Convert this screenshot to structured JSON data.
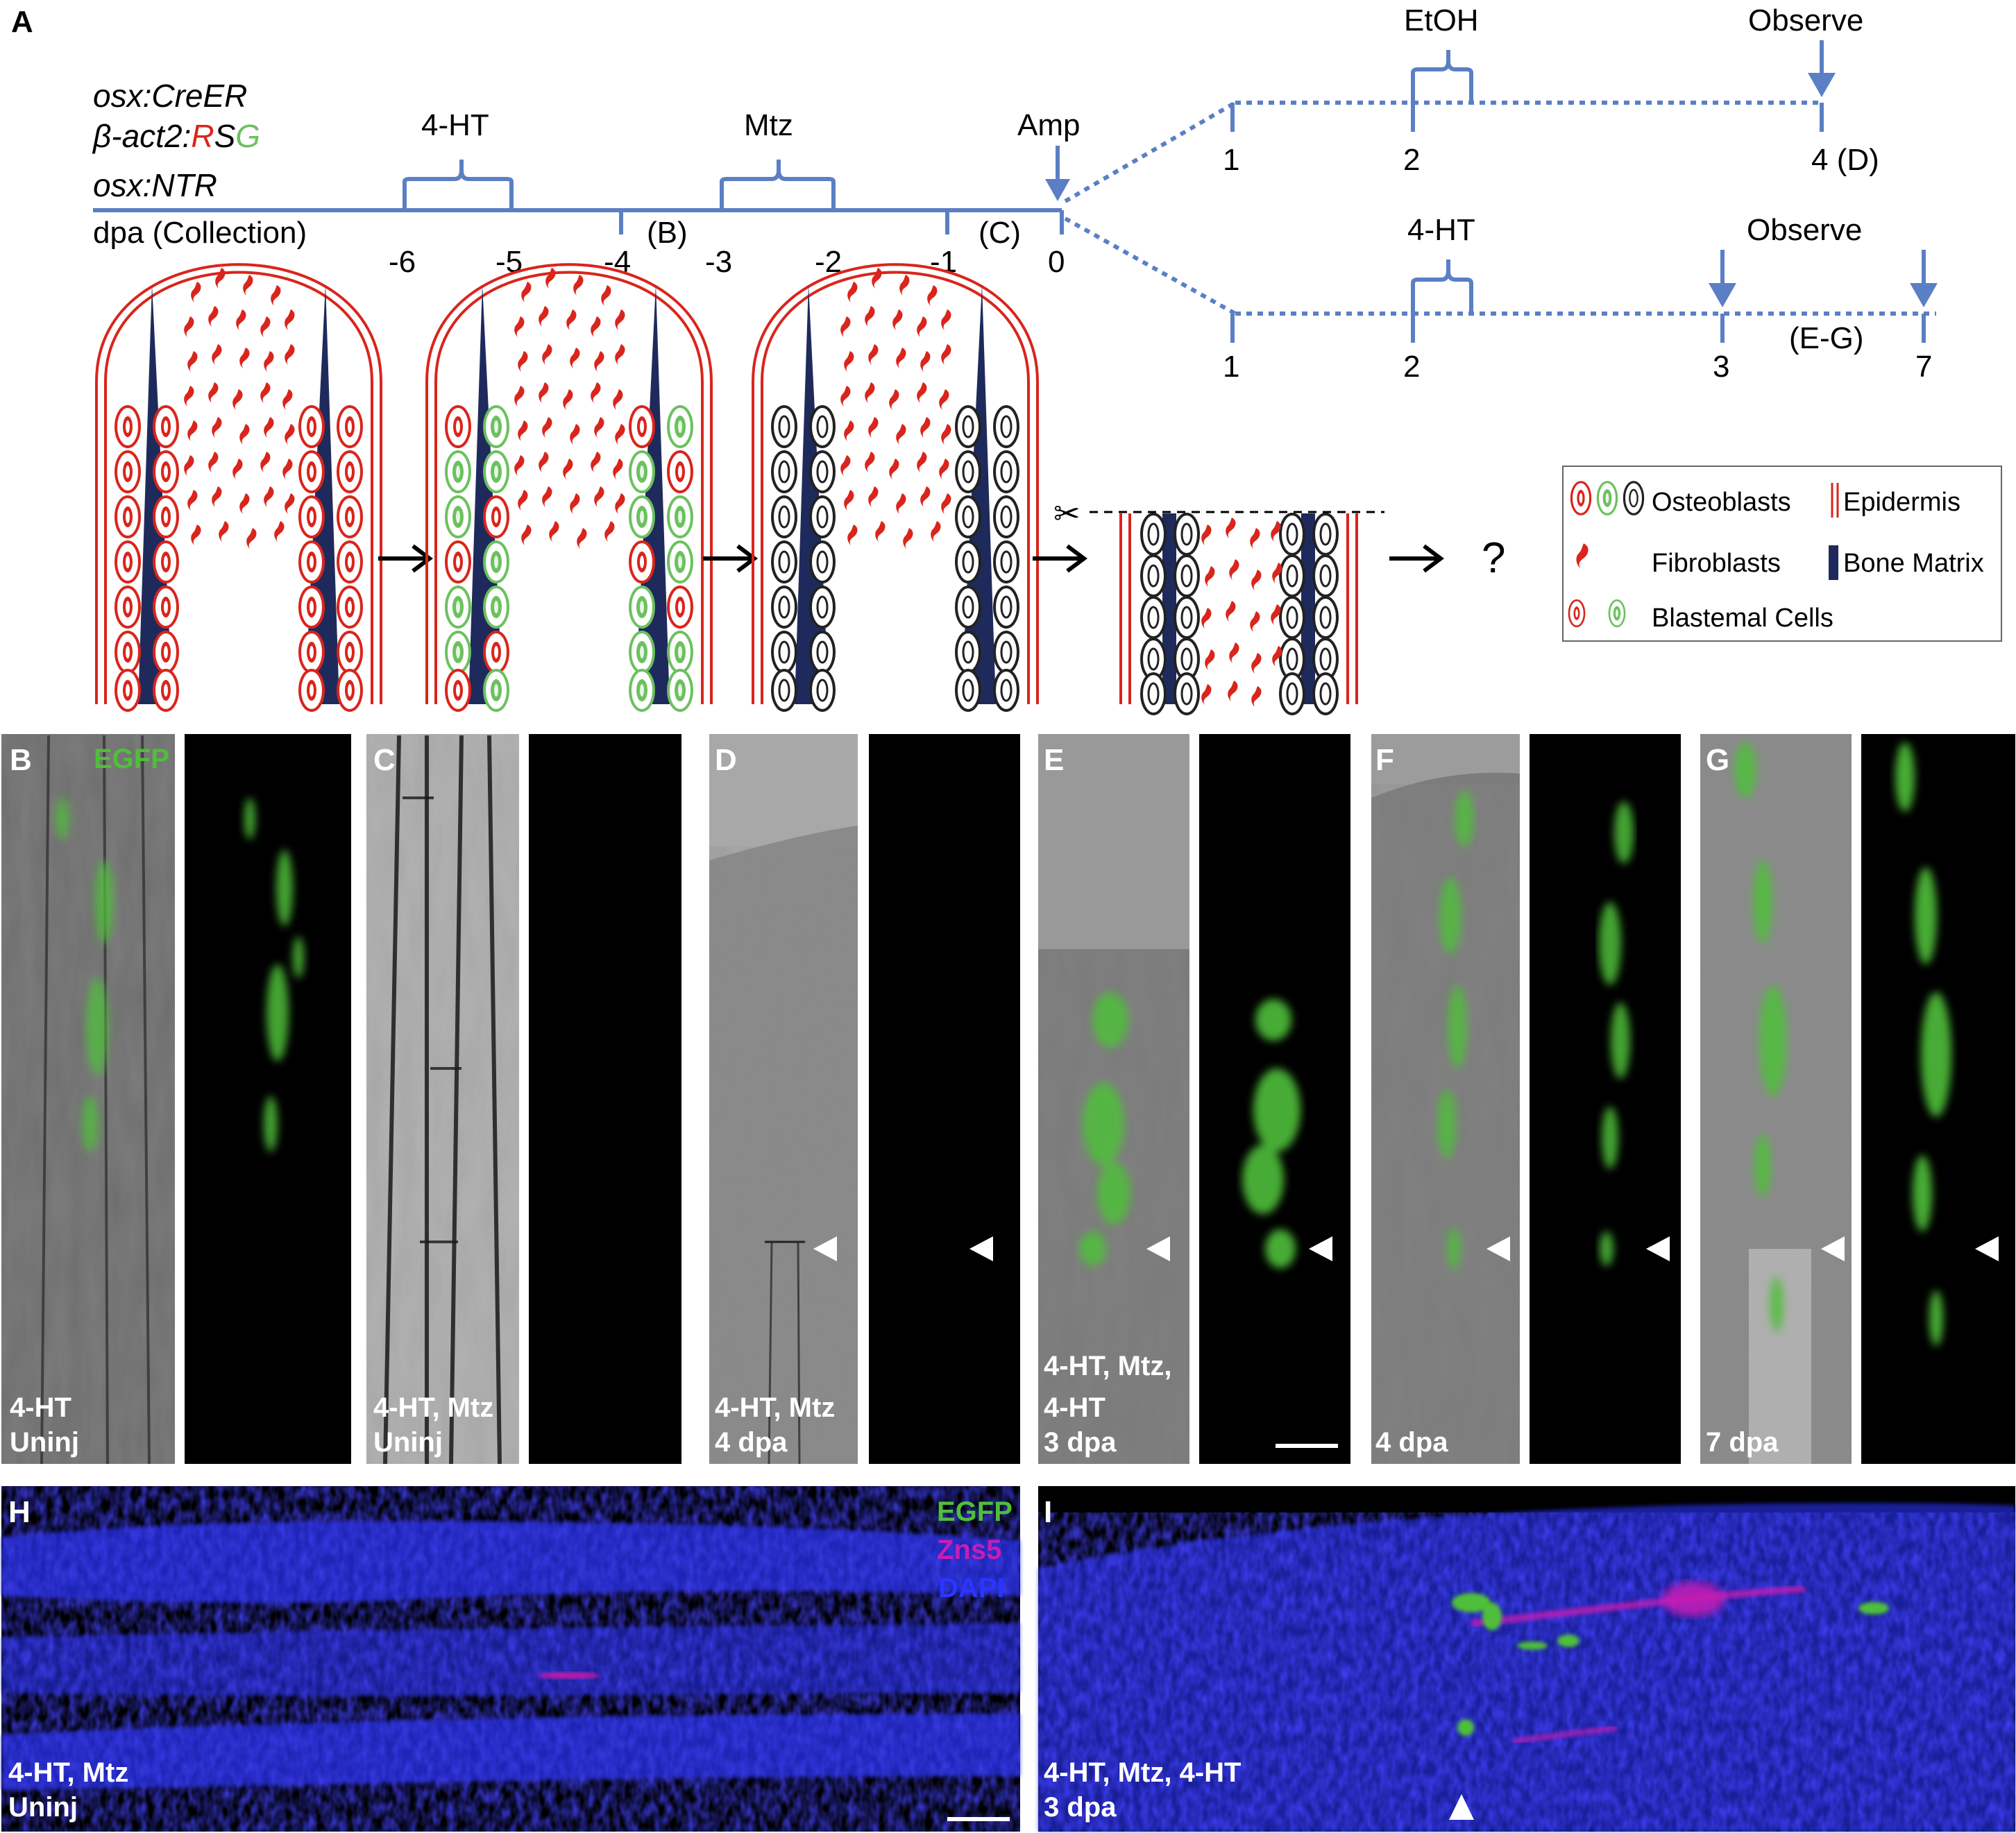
{
  "panel_letters": {
    "a": "A",
    "b": "B",
    "c": "C",
    "d": "D",
    "e": "E",
    "f": "F",
    "g": "G",
    "h": "H",
    "i": "I"
  },
  "genotype": {
    "line1": "osx:CreER",
    "line2_prefix": "β-act2:",
    "line2_r": "R",
    "line2_s": "S",
    "line2_g": "G",
    "line3": "osx:NTR"
  },
  "timeline": {
    "axis_label": "dpa (Collection)",
    "ticks": [
      "-6",
      "-5",
      "-4",
      "-3",
      "-2",
      "-1",
      "0"
    ],
    "treat_4ht": "4-HT",
    "treat_mtz": "Mtz",
    "amp": "Amp",
    "mark_b": "(B)",
    "mark_c": "(C)",
    "upper": {
      "treat": "EtOH",
      "observe": "Observe",
      "ticks": [
        "1",
        "2",
        "4 (D)"
      ]
    },
    "lower": {
      "treat": "4-HT",
      "observe": "Observe",
      "ticks": [
        "1",
        "2",
        "3",
        "7"
      ],
      "mark": "(E-G)"
    }
  },
  "question": "?",
  "legend": {
    "osteoblasts": "Osteoblasts",
    "fibroblasts": "Fibroblasts",
    "blastemal": "Blastemal Cells",
    "epidermis": "Epidermis",
    "bone": "Bone Matrix"
  },
  "micro": {
    "egfp": "EGFP",
    "b": [
      "4-HT",
      "Uninj"
    ],
    "c": [
      "4-HT, Mtz",
      "Uninj"
    ],
    "d": [
      "4-HT, Mtz",
      "4 dpa"
    ],
    "e": [
      "4-HT, Mtz,",
      "4-HT",
      "3 dpa"
    ],
    "f": [
      "4 dpa"
    ],
    "g": [
      "7 dpa"
    ]
  },
  "h": {
    "egfp": "EGFP",
    "zns5": "Zns5",
    "dapi": "DAPI",
    "labels": [
      "4-HT, Mtz",
      "Uninj"
    ]
  },
  "i": {
    "labels": [
      "4-HT, Mtz, 4-HT",
      "3 dpa"
    ]
  },
  "colors": {
    "timeline": "#5b7fc4",
    "red_cell": "#d9251c",
    "green_cell": "#6cc15f",
    "navy": "#1f2a5c",
    "egfp": "#4fbf3a",
    "zns5": "#c61eb4",
    "dapi": "#2b35ff"
  }
}
